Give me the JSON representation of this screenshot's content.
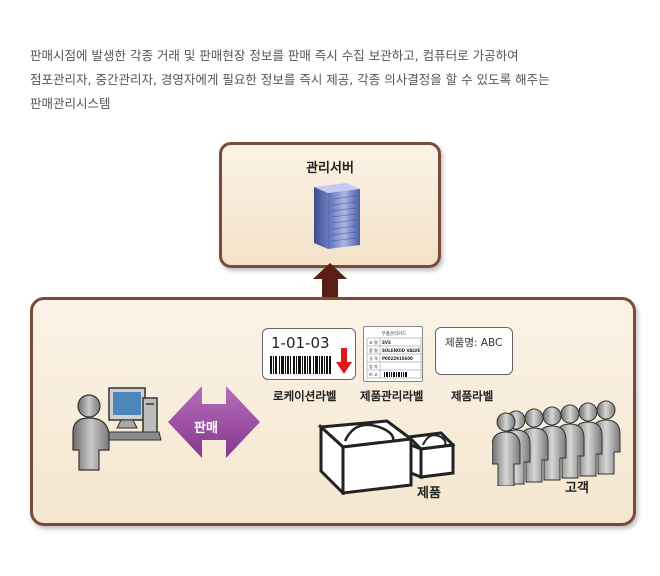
{
  "intro": {
    "line1": "판매시점에 발생한 각종 거래 및 판매현장 정보를 판매 즉시 수집 보관하고, 컴퓨터로 가공하여",
    "line2": "점포관리자, 중간관리자, 경영자에게 필요한 정보를 즉시 제공, 각종 의사결정을 할 수 있도록 해주는",
    "line3": "판매관리시스템"
  },
  "server": {
    "title": "관리서버",
    "icon": "server-tower-icon"
  },
  "labels": {
    "location": {
      "code": "1-01-03",
      "caption": "로케이션라벨"
    },
    "management": {
      "header": "부품관리카드",
      "rows": [
        {
          "key": "코 명",
          "value": "SVS"
        },
        {
          "key": "품 명",
          "value": "SOLENOID VALVE"
        },
        {
          "key": "규 격",
          "value": "P0022915600"
        },
        {
          "key": "업 자",
          "value": ""
        },
        {
          "key": "비 고",
          "value": ""
        }
      ],
      "caption": "제품관리라벨"
    },
    "product": {
      "text": "제품명: ABC",
      "caption": "제품라벨"
    }
  },
  "sale": {
    "label": "판매"
  },
  "products": {
    "caption": "제품"
  },
  "customers": {
    "caption": "고객"
  },
  "colors": {
    "border": "#7a4a3a",
    "box_fill": "#f6e8d2",
    "arrow_up": "#5a1f14",
    "sale_arrow": "#9b4fa0",
    "down_arrow": "#e01a1a"
  }
}
